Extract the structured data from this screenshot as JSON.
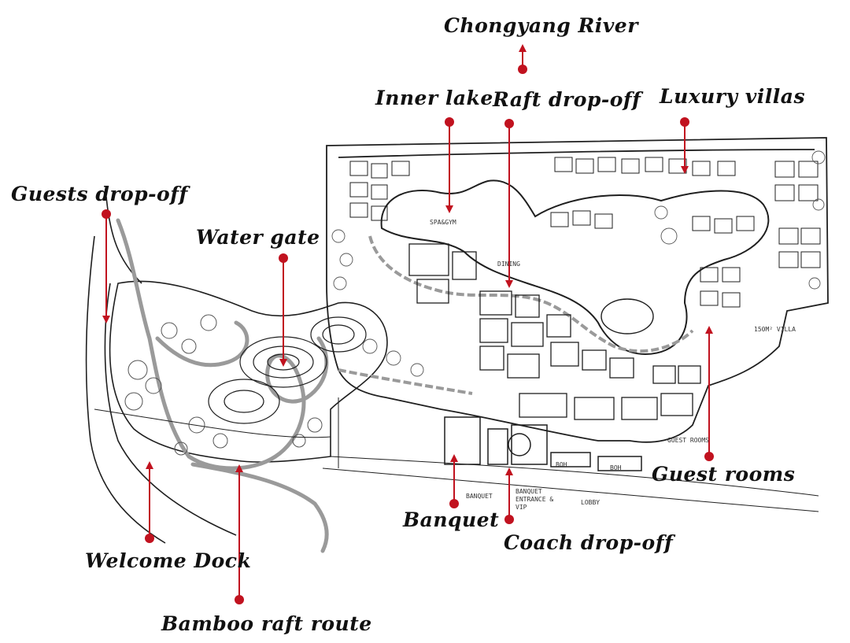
{
  "colors": {
    "marker": "#c1121f",
    "sketch": "#1f1f1f",
    "route": "#9a9a9a",
    "background": "#ffffff"
  },
  "icons": {
    "marker": "red-dot-icon",
    "arrow": "arrow-head-icon"
  },
  "callouts": {
    "river": "Chongyang River",
    "inner_lake": "Inner lake",
    "raft_drop_off": "Raft drop-off",
    "luxury_villas": "Luxury villas",
    "guests_drop_off": "Guests drop-off",
    "water_gate": "Water gate",
    "guest_rooms": "Guest rooms",
    "banquet": "Banquet",
    "coach_drop_off": "Coach drop-off",
    "welcome_dock": "Welcome Dock",
    "bamboo_raft_route": "Bamboo raft route"
  },
  "sketch_notes": {
    "spa_gym": "SPA&GYM",
    "dining": "DINING",
    "villa": "150M² VILLA",
    "guest_rooms": "GUEST ROOMS",
    "boh_1": "BOH",
    "boh_2": "BOH",
    "banquet": "BANQUET",
    "banquet_entrance": "BANQUET ENTRANCE & VIP",
    "lobby": "LOBBY"
  }
}
